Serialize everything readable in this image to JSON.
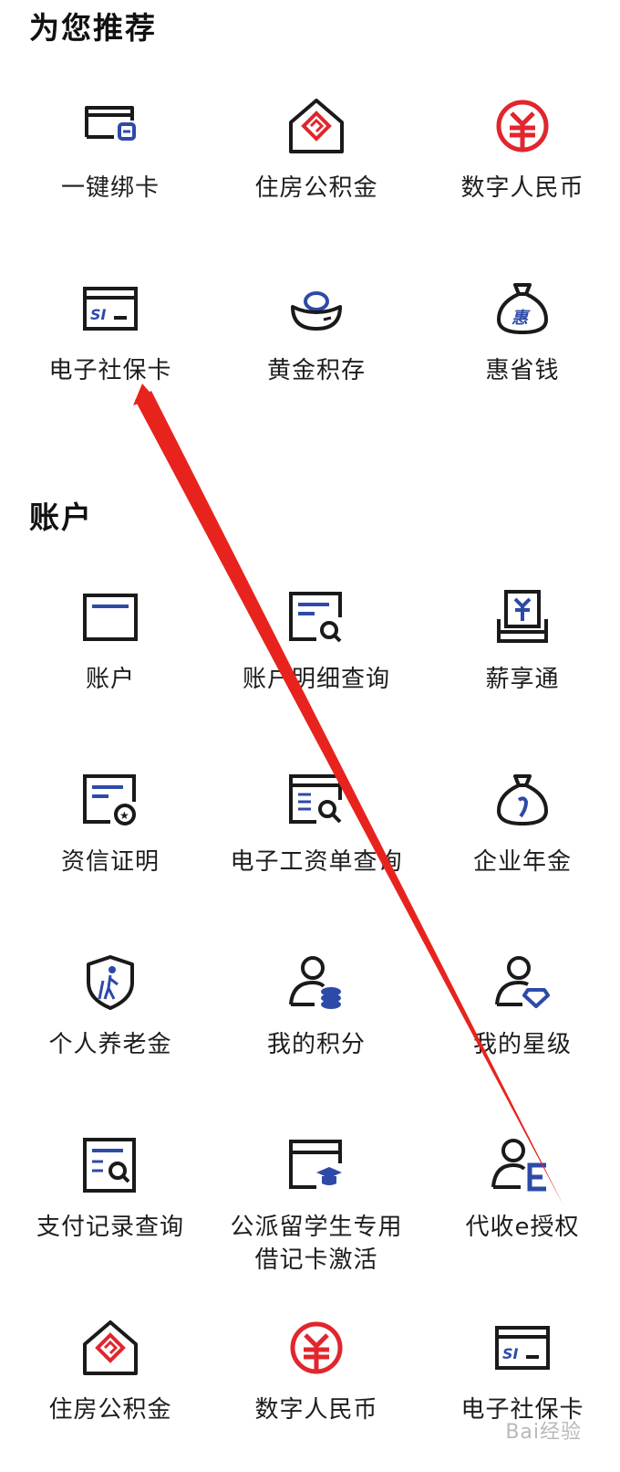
{
  "recommended": {
    "title": "为您推荐",
    "items": [
      {
        "label": "一键绑卡",
        "icon": "bind-card-icon"
      },
      {
        "label": "住房公积金",
        "icon": "housing-fund-icon"
      },
      {
        "label": "数字人民币",
        "icon": "digital-rmb-icon"
      },
      {
        "label": "电子社保卡",
        "icon": "social-security-card-icon"
      },
      {
        "label": "黄金积存",
        "icon": "gold-ingot-icon"
      },
      {
        "label": "惠省钱",
        "icon": "money-bag-hui-icon"
      }
    ]
  },
  "account": {
    "title": "账户",
    "items": [
      {
        "label": "账户",
        "icon": "account-card-icon"
      },
      {
        "label": "账户明细查询",
        "icon": "account-detail-search-icon"
      },
      {
        "label": "薪享通",
        "icon": "salary-icon"
      },
      {
        "label": "资信证明",
        "icon": "credit-certificate-icon"
      },
      {
        "label": "电子工资单查询",
        "icon": "payslip-search-icon"
      },
      {
        "label": "企业年金",
        "icon": "annuity-bag-icon"
      },
      {
        "label": "个人养老金",
        "icon": "pension-shield-icon"
      },
      {
        "label": "我的积分",
        "icon": "user-points-icon"
      },
      {
        "label": "我的星级",
        "icon": "user-star-level-icon"
      },
      {
        "label": "支付记录查询",
        "icon": "payment-record-search-icon"
      },
      {
        "label": "公派留学生专用借记卡激活",
        "icon": "student-card-activate-icon"
      },
      {
        "label": "代收e授权",
        "icon": "e-authorization-icon"
      },
      {
        "label": "住房公积金",
        "icon": "housing-fund-icon"
      },
      {
        "label": "数字人民币",
        "icon": "digital-rmb-icon"
      },
      {
        "label": "电子社保卡",
        "icon": "social-security-card-icon"
      }
    ]
  },
  "watermark": "Bai经验",
  "colors": {
    "navy": "#1a1a1a",
    "blue": "#2e4aa8",
    "red": "#e0262e",
    "arrow": "#e8231d"
  }
}
